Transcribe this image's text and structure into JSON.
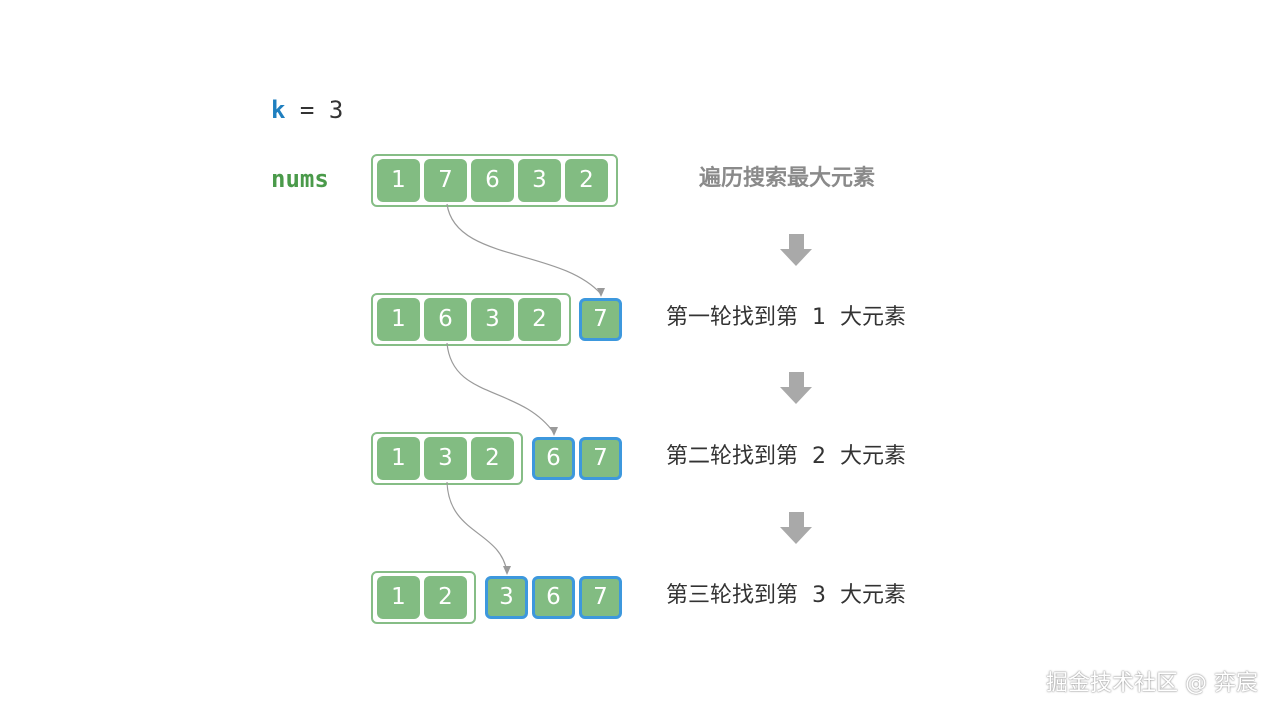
{
  "header": {
    "k_name": "k",
    "k_eq": " = ",
    "k_value": "3"
  },
  "nums_label": "nums",
  "description_top": "遍历搜索最大元素",
  "rows": [
    {
      "remaining": [
        "1",
        "7",
        "6",
        "3",
        "2"
      ],
      "found": []
    },
    {
      "remaining": [
        "1",
        "6",
        "3",
        "2"
      ],
      "found": [
        "7"
      ],
      "caption": "第一轮找到第  1  大元素"
    },
    {
      "remaining": [
        "1",
        "3",
        "2"
      ],
      "found": [
        "6",
        "7"
      ],
      "caption": "第二轮找到第  2  大元素"
    },
    {
      "remaining": [
        "1",
        "2"
      ],
      "found": [
        "3",
        "6",
        "7"
      ],
      "caption": "第三轮找到第  3  大元素"
    }
  ],
  "colors": {
    "cell": "#82bc82",
    "container": "#86bd86",
    "found_border": "#3d98dd",
    "arrow": "#9a9a9a",
    "k_color": "#1f7fbf",
    "nums_color": "#4a9a4a"
  },
  "watermark": "掘金技术社区 @ 弈宸"
}
